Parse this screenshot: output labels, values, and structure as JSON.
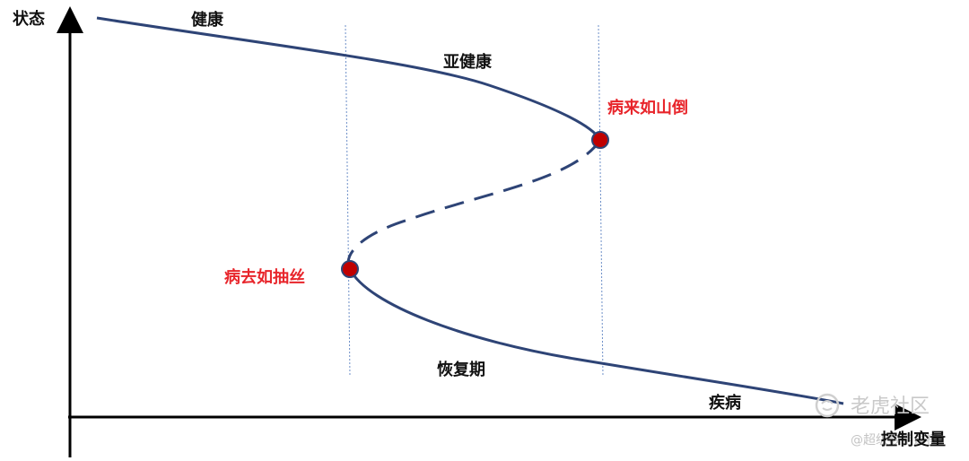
{
  "axes": {
    "y_label": "状态",
    "x_label": "控制变量"
  },
  "regions": {
    "healthy": "健康",
    "sub_healthy": "亚健康",
    "recovery": "恢复期",
    "disease": "疾病"
  },
  "tipping_points": {
    "upper": "病来如山倒",
    "lower": "病去如抽丝"
  },
  "colors": {
    "curve": "#2e4476",
    "point_fill": "#c00000",
    "point_stroke": "#2e4476",
    "tipping_label": "#e8252b",
    "guide_line": "#6d8fc8",
    "axis": "#000000"
  },
  "watermark": {
    "brand": "老虎社区",
    "handle": "@超级数学建模",
    "icon": "tiger-icon"
  }
}
